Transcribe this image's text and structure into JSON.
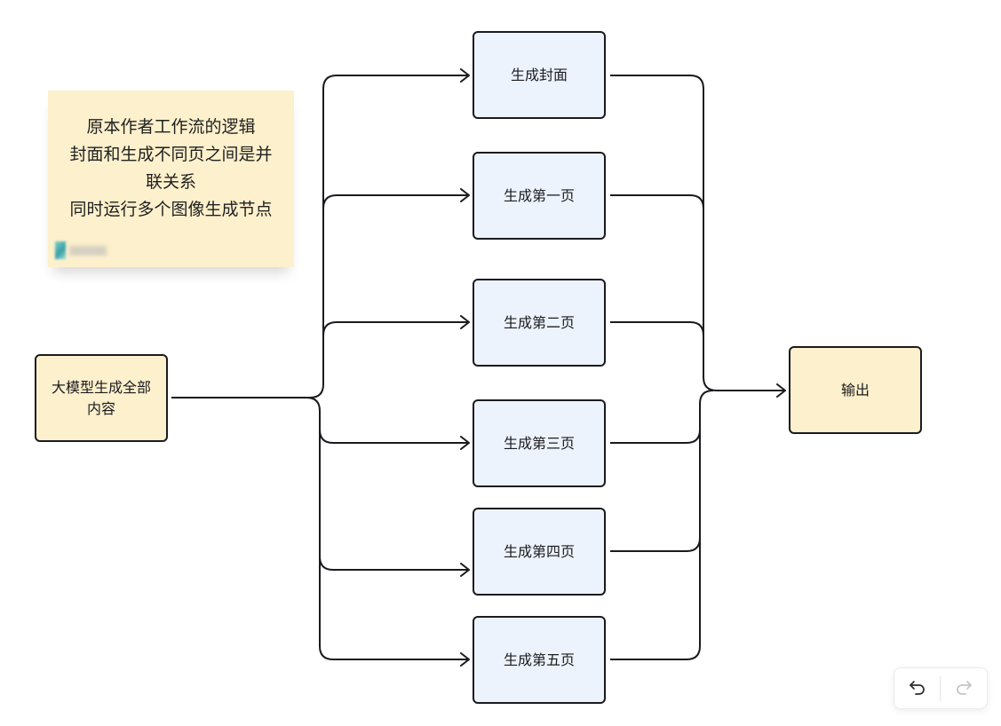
{
  "sticky_note": {
    "lines": [
      "原本作者工作流的逻辑",
      "封面和生成不同页之间是并",
      "联关系",
      "同时运行多个图像生成节点"
    ]
  },
  "nodes": {
    "source": "大模型生成全部\n内容",
    "cover": "生成封面",
    "page1": "生成第一页",
    "page2": "生成第二页",
    "page3": "生成第三页",
    "page4": "生成第四页",
    "page5": "生成第五页",
    "output": "输出"
  },
  "colors": {
    "node_yellow": "#fdf0cc",
    "node_blue": "#edf3fc",
    "stroke": "#1b1b1f"
  },
  "toolbar": {
    "undo_icon": "undo-icon",
    "redo_icon": "redo-icon",
    "redo_enabled": false
  }
}
